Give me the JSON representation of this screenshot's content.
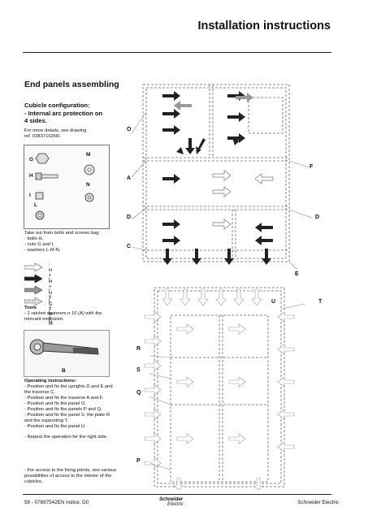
{
  "header": {
    "title": "Installation instructions"
  },
  "section_title": "End panels assembling",
  "config": {
    "heading_line1": "Cubicle configuration:",
    "heading_line2": "- Internal arc protection on",
    "heading_line3": "4 sides."
  },
  "details": {
    "line1": "For more details, see drawing",
    "line2": "ref. 03837102N0."
  },
  "parts": {
    "g": "G",
    "m": "M",
    "h": "H",
    "n": "N",
    "i": "I",
    "l": "L"
  },
  "takeout": {
    "line1": "Take out from bolts and screws bag:",
    "line2": "- bolts H,",
    "line3": "- nuts G and I,",
    "line4": "- washers L-M-N."
  },
  "legend": [
    ": H + L",
    ": H + I + L",
    ": H + I + L + N",
    ": G + H + M"
  ],
  "tools": {
    "heading": "Tools",
    "line1": "- 2 ratchet spanners n 10 (A) with the",
    "line2": "relevant extension."
  },
  "spanner_label": "B",
  "ops": {
    "heading": "Operating instructions:",
    "l1": "- Position and fix the uprights D and E and",
    "l2": "the traverse C.",
    "l3": "- Position and fix the traverse A and F.",
    "l4": "- Position and fix the panel O.",
    "l5": "- Position and fix the panels P and Q.",
    "l6": "- Position and fix the panel S, the plate R",
    "l7": "and the supporting T.",
    "l8": "- Position and fix the panel U.",
    "l9": "- Repeat the operation for the right side."
  },
  "access": {
    "l1": "- For access to the fixing points, see various",
    "l2": "possibilities of access to the interior of the",
    "l3": "cubicles."
  },
  "diagram1_labels": {
    "o": "O",
    "a": "A",
    "d_left": "D",
    "c": "C",
    "f": "F",
    "d_right": "D",
    "e": "E"
  },
  "diagram2_labels": {
    "r": "R",
    "s": "S",
    "q": "Q",
    "p": "P",
    "u": "U",
    "t": "T"
  },
  "footer": {
    "left": "58 - 07897542EN indice: D0",
    "right": "Schneider Electric",
    "logo1": "Schneider",
    "logo2": "Electric"
  }
}
